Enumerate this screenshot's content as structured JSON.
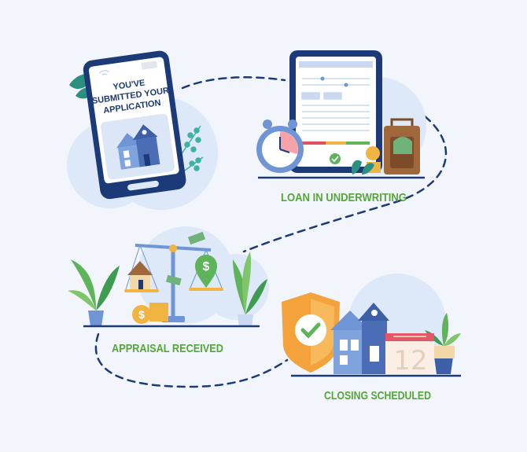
{
  "phone": {
    "lines": [
      "YOU'VE",
      "SUBMITTED YOUR",
      "APPLICATION"
    ]
  },
  "steps": [
    {
      "label": "LOAN IN UNDERWRITING"
    },
    {
      "label": "APPRAISAL RECEIVED"
    },
    {
      "label": "CLOSING SCHEDULED"
    }
  ],
  "calendar": {
    "day": "12"
  },
  "colors": {
    "background": "#f2f6fc",
    "blob": "#dde8f8",
    "navy": "#1d3a78",
    "label_green": "#55a53a",
    "accent_blue": "#6f95d6",
    "gold": "#f2b440",
    "shield_orange": "#f4a23b"
  }
}
